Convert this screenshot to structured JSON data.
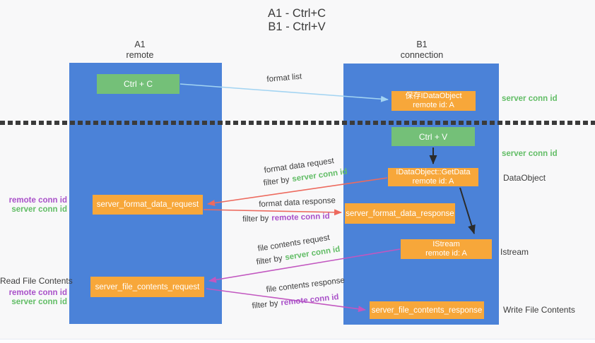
{
  "title": {
    "line1": "A1 - Ctrl+C",
    "line2": "B1 - Ctrl+V"
  },
  "lanes": {
    "a1": {
      "name": "A1",
      "subtitle": "remote"
    },
    "b1": {
      "name": "B1",
      "subtitle": "connection"
    }
  },
  "nodes": {
    "ctrl_c": {
      "label": "Ctrl + C"
    },
    "ctrl_v": {
      "label": "Ctrl + V"
    },
    "save_idataobject": {
      "line1": "保存IDataObject",
      "line2": "remote id: A"
    },
    "getdata": {
      "line1": "IDataObject::GetData",
      "line2": "remote id: A"
    },
    "istream": {
      "line1": "IStream",
      "line2": "remote id: A"
    },
    "format_request": {
      "label": "server_format_data_request"
    },
    "format_response": {
      "label": "server_format_data_response"
    },
    "file_request": {
      "label": "server_file_contents_request"
    },
    "file_response": {
      "label": "server_file_contents_response"
    }
  },
  "flow_labels": {
    "format_list": "format list",
    "format_data_request": "format data request",
    "format_data_response": "format data response",
    "file_contents_request": "file contents request",
    "file_contents_response": "file contents response",
    "filter_by": "filter by",
    "server_conn_id": "server conn id",
    "remote_conn_id": "remote conn id"
  },
  "left_labels": {
    "remote_conn_id": "remote conn id",
    "server_conn_id": "server conn id",
    "read_file_contents": "Read File Contents",
    "remote_conn_id_2": "remote conn id",
    "server_conn_id_2": "server conn id"
  },
  "right_labels": {
    "server_conn_id_1": "server conn id",
    "server_conn_id_2": "server conn id",
    "dataobject": "DataObject",
    "istream": "Istream",
    "write_file_contents": "Write File Contents"
  },
  "colors": {
    "lane_blue": "#4b82d8",
    "node_orange": "#f7a73a",
    "node_green": "#74c078",
    "arrow_lightblue": "#a3d4f2",
    "arrow_red": "#ed6a5e",
    "arrow_magenta": "#c257c0",
    "arrow_black": "#2b2b2b",
    "conn_id_green": "#62bd66",
    "conn_id_purple": "#a951c9",
    "text_gray": "#3c3c3c"
  }
}
